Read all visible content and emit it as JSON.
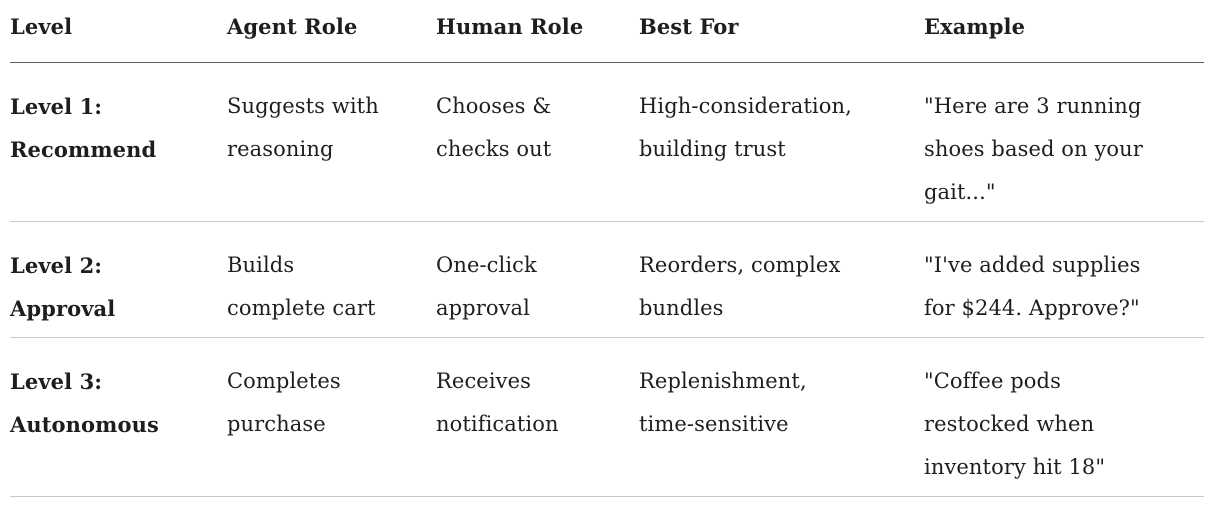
{
  "table": {
    "columns": [
      "Level",
      "Agent Role",
      "Human Role",
      "Best For",
      "Example"
    ],
    "rows": [
      {
        "level": "Level 1:\nRecommend",
        "agent_role": "Suggests with\nreasoning",
        "human_role": "Chooses &\nchecks out",
        "best_for": "High-consideration,\nbuilding trust",
        "example": "\"Here are 3 running\nshoes based on your\ngait...\""
      },
      {
        "level": "Level 2:\nApproval",
        "agent_role": "Builds\ncomplete cart",
        "human_role": "One-click\napproval",
        "best_for": "Reorders, complex\nbundles",
        "example": "\"I've added supplies\nfor $244. Approve?\""
      },
      {
        "level": "Level 3:\nAutonomous",
        "agent_role": "Completes\npurchase",
        "human_role": "Receives\nnotification",
        "best_for": "Replenishment,\ntime-sensitive",
        "example": "\"Coffee pods\nrestocked when\ninventory hit 18\""
      }
    ],
    "colors": {
      "text": "#1e1e1e",
      "header_rule": "#5c5c5c",
      "row_rule": "#c9c9c9",
      "background": "#ffffff"
    }
  }
}
